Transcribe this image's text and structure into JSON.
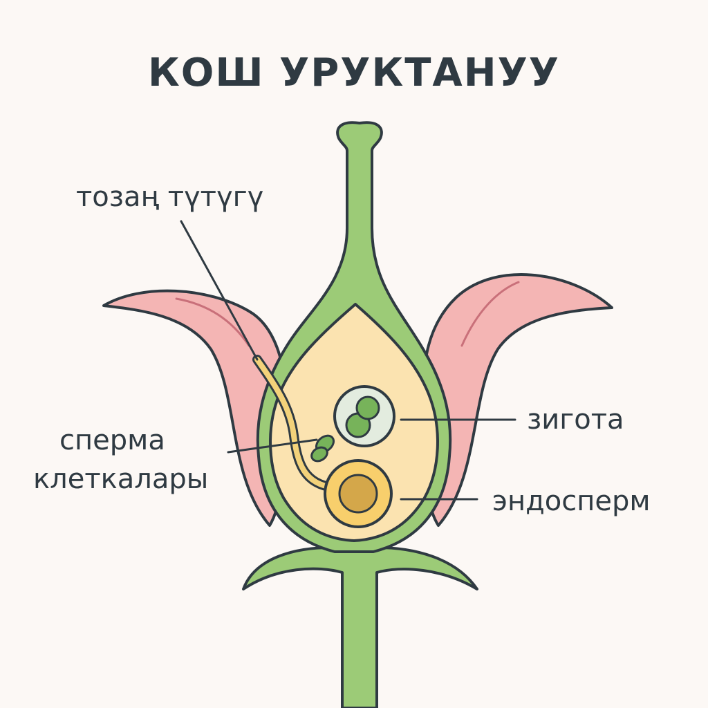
{
  "title": "КОШ УРУКТАНУУ",
  "labels": {
    "pollen_tube": "тозаң түтүгү",
    "sperm_line1": "сперма",
    "sperm_line2": "клеткалары",
    "zygote": "зигота",
    "endosperm": "эндосперм"
  },
  "colors": {
    "background": "#fcf8f5",
    "outline": "#2f3a42",
    "pistil_green": "#9ccb77",
    "petal_pink": "#f4b5b4",
    "petal_vein": "#c9707a",
    "ovule_cream": "#fbe3b0",
    "pollen_tube_yellow": "#f3d27a",
    "zygote_fill": "#e3ecdf",
    "zygote_nucleus": "#77b35a",
    "sperm_cell": "#77b35a",
    "endosperm_fill": "#f8cf6c",
    "endosperm_nucleus": "#d4a74a"
  }
}
